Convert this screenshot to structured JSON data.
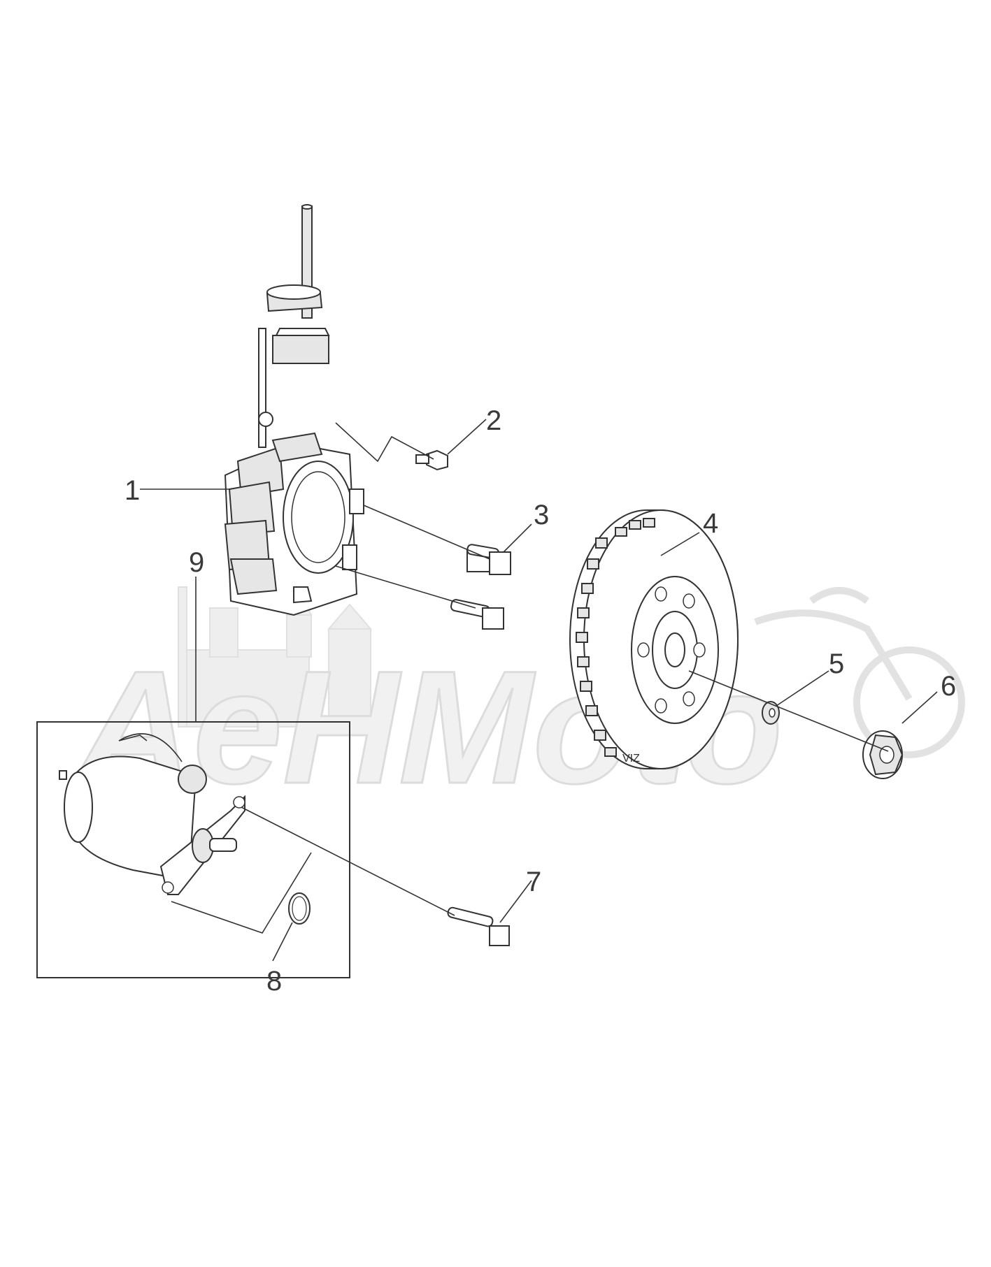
{
  "watermark": {
    "text": "AeHMoto"
  },
  "callouts": [
    {
      "id": "1",
      "label": "1"
    },
    {
      "id": "2",
      "label": "2"
    },
    {
      "id": "3",
      "label": "3"
    },
    {
      "id": "4",
      "label": "4"
    },
    {
      "id": "5",
      "label": "5"
    },
    {
      "id": "6",
      "label": "6"
    },
    {
      "id": "7",
      "label": "7"
    },
    {
      "id": "8",
      "label": "8"
    },
    {
      "id": "9",
      "label": "9"
    }
  ],
  "rotor_marking": "VIZ",
  "colors": {
    "line": "#333333",
    "watermark": "#e6e6e6",
    "background": "#ffffff"
  }
}
